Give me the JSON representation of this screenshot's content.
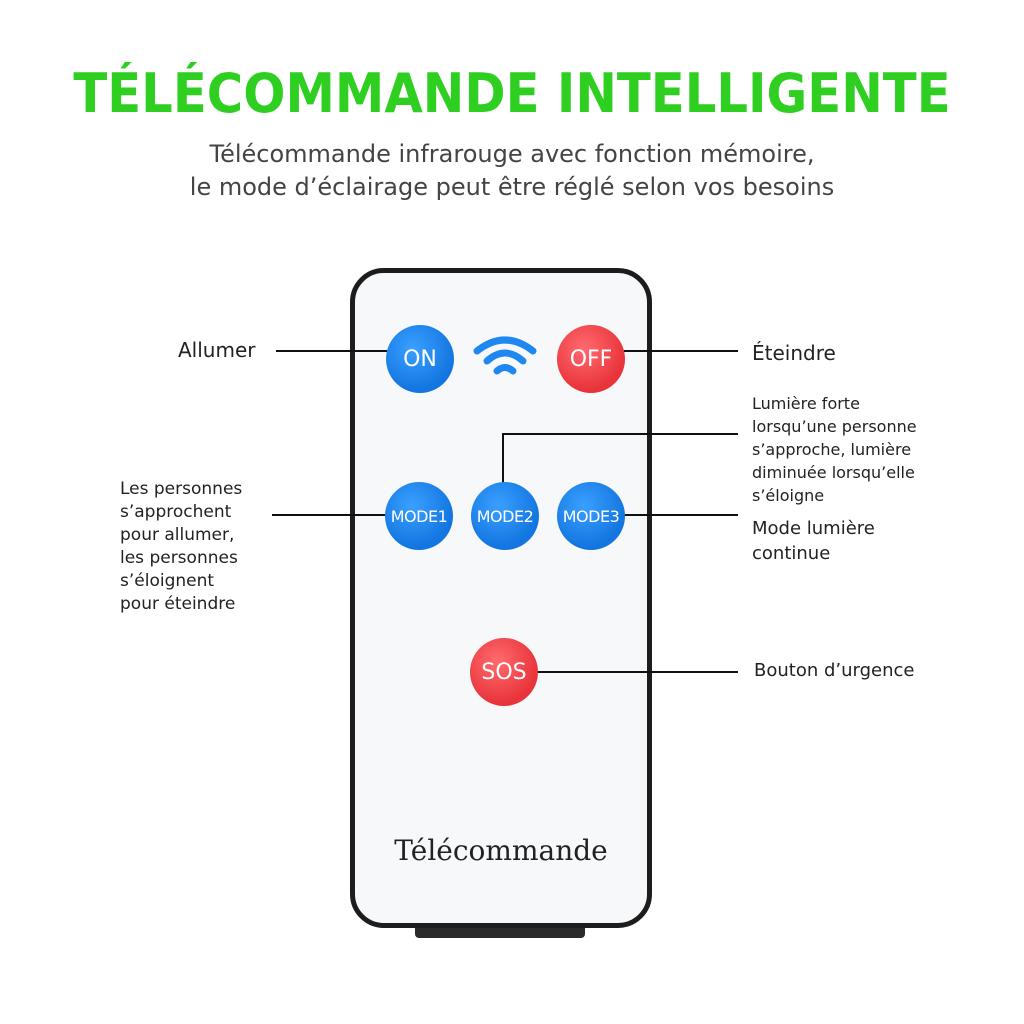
{
  "title": "TÉLÉCOMMANDE INTELLIGENTE",
  "subtitle": {
    "line1": "Télécommande infrarouge avec fonction mémoire,",
    "line2": "le mode d’éclairage peut être réglé selon vos besoins"
  },
  "remote": {
    "label": "Télécommande",
    "buttons": {
      "on": "ON",
      "off": "OFF",
      "mode1": "MODE1",
      "mode2": "MODE2",
      "mode3": "MODE3",
      "sos": "SOS"
    },
    "signal_icon": "wifi-signal-icon"
  },
  "annotations": {
    "allumer": "Allumer",
    "eteindre": "Éteindre",
    "mode1": [
      "Les personnes",
      "s’approchent",
      "pour allumer,",
      "les personnes",
      "s’éloignent",
      "pour éteindre"
    ],
    "mode2": [
      "Lumière forte",
      "lorsqu’une personne",
      "s’approche, lumière",
      "diminuée lorsqu’elle",
      "s’éloigne"
    ],
    "mode3": [
      "Mode lumière",
      "continue"
    ],
    "sos": "Bouton d’urgence"
  },
  "colors": {
    "title_green": "#2fcf22",
    "button_blue": "#1e88f0",
    "button_red": "#ef4449"
  }
}
